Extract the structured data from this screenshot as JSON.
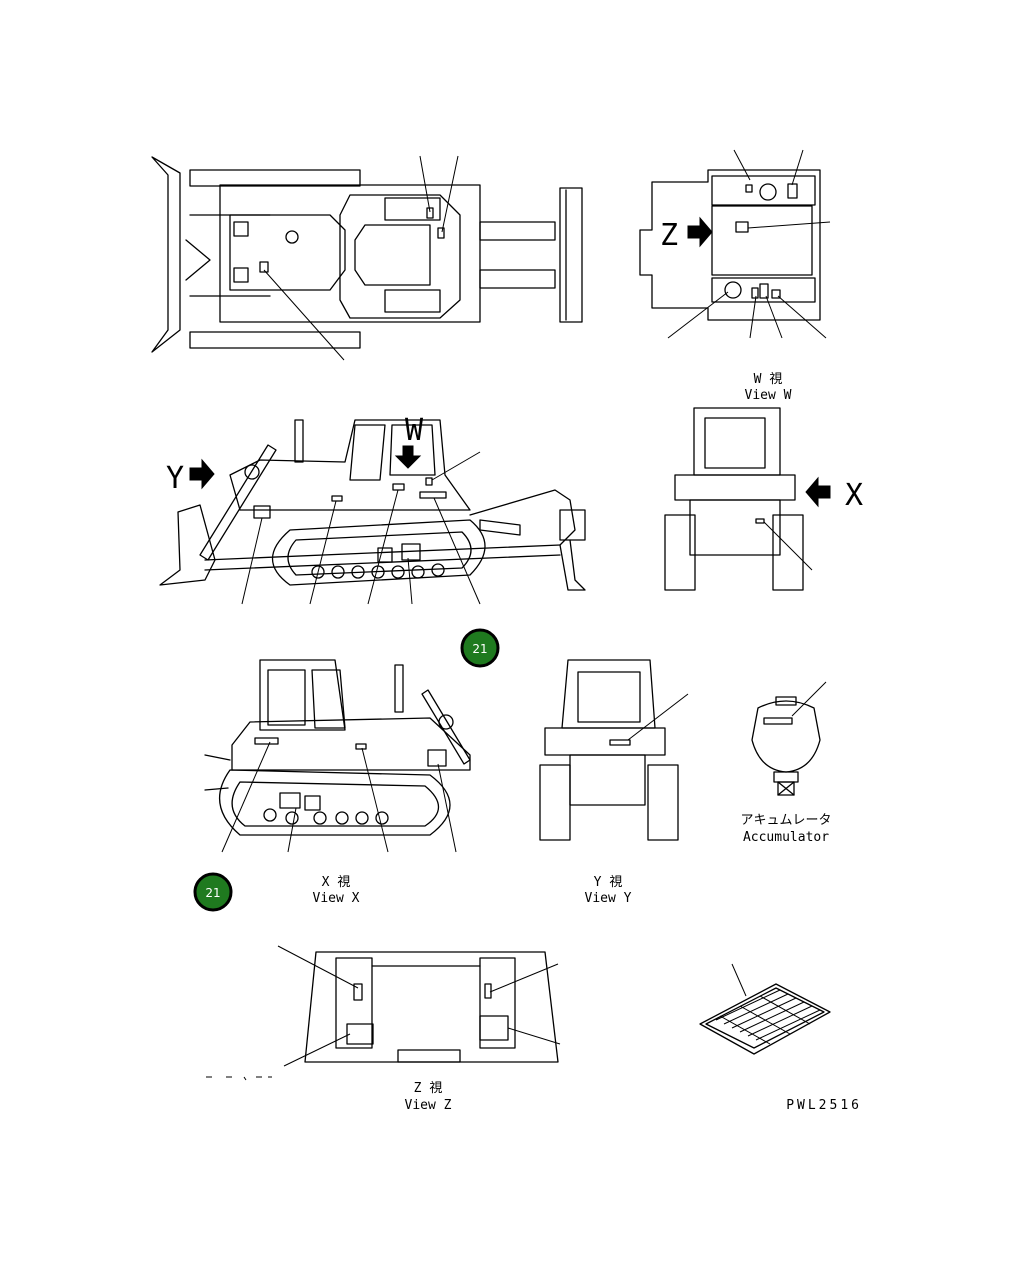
{
  "labels": {
    "view_w_jp": "W 視",
    "view_w_en": "View W",
    "view_x_jp": "X 視",
    "view_x_en": "View X",
    "view_y_jp": "Y 視",
    "view_y_en": "View Y",
    "view_z_jp": "Z 視",
    "view_z_en": "View Z",
    "accumulator_jp": "アキュムレータ",
    "accumulator_en": "Accumulator",
    "drawing_code": "PWL2516"
  },
  "view_letters": {
    "w": "W",
    "x": "X",
    "y": "Y",
    "z": "Z"
  },
  "badges": [
    {
      "number": "21",
      "color": "#1f7a1f"
    },
    {
      "number": "21",
      "color": "#1f7a1f"
    }
  ]
}
